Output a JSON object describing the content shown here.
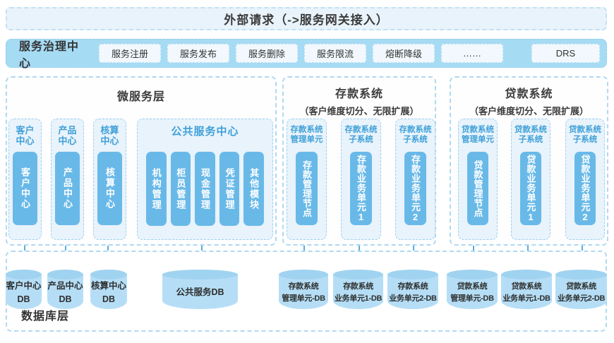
{
  "colors": {
    "accent_blue": "#69b9e8",
    "light_panel_bg": "#e8f3fb",
    "governance_bar_bg": "#a6dbf4",
    "dashed_border": "#b0d9f2",
    "header_text_blue": "#3fa0d8",
    "arrow_blue": "#58ade0",
    "cylinder_body": "#b5def6",
    "cylinder_top": "#a0d3f0",
    "dark_text": "#3b3b3b"
  },
  "banner": {
    "title": "外部请求（->服务网关接入）"
  },
  "governance": {
    "label": "服务治理中心",
    "buttons": [
      "服务注册",
      "服务发布",
      "服务删除",
      "服务限流",
      "熔断降级",
      "……"
    ],
    "drs_button": "DRS"
  },
  "microservice_panel": {
    "title": "微服务层",
    "columns": [
      {
        "header_lines": [
          "客户",
          "中心"
        ],
        "box": "客户中心"
      },
      {
        "header_lines": [
          "产品",
          "中心"
        ],
        "box": "产品中心"
      },
      {
        "header_lines": [
          "核算",
          "中心"
        ],
        "box": "核算中心"
      }
    ],
    "public_center": {
      "header": "公共服务中心",
      "boxes": [
        "机构管理",
        "柜员管理",
        "现金管理",
        "凭证管理",
        "其他模块"
      ]
    }
  },
  "deposit_panel": {
    "title": "存款系统",
    "subtitle": "（客户维度切分、无限扩展）",
    "columns": [
      {
        "header_lines": [
          "存款系统",
          "管理单元"
        ],
        "box": "存款管理节点"
      },
      {
        "header_lines": [
          "存款系统",
          "子系统"
        ],
        "box": "存款业务单元1"
      },
      {
        "header_lines": [
          "存款系统",
          "子系统"
        ],
        "box": "存款业务单元2"
      }
    ]
  },
  "loan_panel": {
    "title": "贷款系统",
    "subtitle": "（客户维度切分、无限扩展）",
    "columns": [
      {
        "header_lines": [
          "贷款系统",
          "管理单元"
        ],
        "box": "贷款管理节点"
      },
      {
        "header_lines": [
          "贷款系统",
          "子系统"
        ],
        "box": "贷款业务单元1"
      },
      {
        "header_lines": [
          "贷款系统",
          "子系统"
        ],
        "box": "贷款业务单元2"
      }
    ]
  },
  "database_layer": {
    "label": "数据库层",
    "cylinders": [
      {
        "lines": [
          "客户中心",
          "DB"
        ]
      },
      {
        "lines": [
          "产品中心",
          "DB"
        ]
      },
      {
        "lines": [
          "核算中心",
          "DB"
        ]
      },
      {
        "lines": [
          "公共服务DB"
        ]
      },
      {
        "lines": [
          "存款系统",
          "管理单元-DB"
        ]
      },
      {
        "lines": [
          "存款系统",
          "业务单元1-DB"
        ]
      },
      {
        "lines": [
          "存款系统",
          "业务单元2-DB"
        ]
      },
      {
        "lines": [
          "贷款系统",
          "管理单元-DB"
        ]
      },
      {
        "lines": [
          "贷款系统",
          "业务单元1-DB"
        ]
      },
      {
        "lines": [
          "贷款系统",
          "业务单元2-DB"
        ]
      }
    ]
  }
}
